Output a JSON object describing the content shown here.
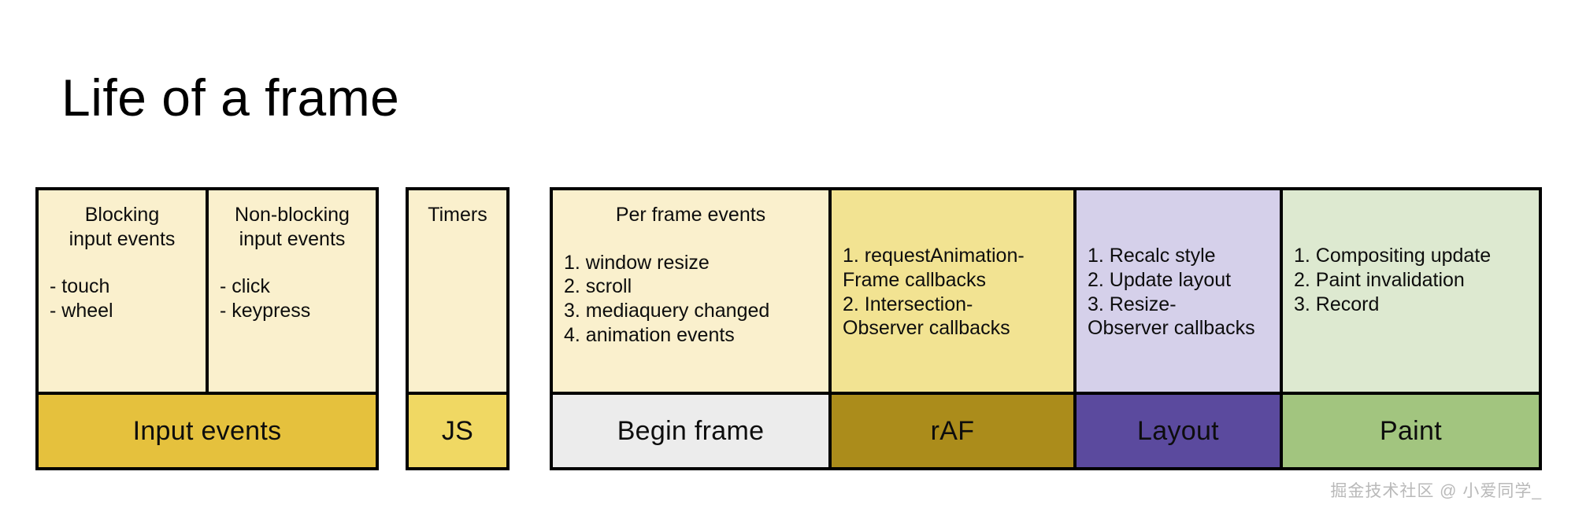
{
  "page": {
    "title": "Life of a frame",
    "watermark": "掘金技术社区 @ 小爱同学_",
    "background": "#ffffff",
    "border_color": "#000000",
    "text_color": "#0d0d0d"
  },
  "diagram": {
    "type": "timeline-phases",
    "groups": [
      {
        "id": "input-events",
        "bars": [
          {
            "label": "Input events",
            "color": "#e5c13d"
          }
        ],
        "panels": [
          {
            "id": "blocking-input-events",
            "heading": "Blocking\ninput events",
            "color": "#faf0cd",
            "items": [
              "- touch",
              "- wheel"
            ]
          },
          {
            "id": "non-blocking-input-events",
            "heading": "Non-blocking\ninput events",
            "color": "#faf0cd",
            "items": [
              "- click",
              "- keypress"
            ]
          }
        ]
      },
      {
        "id": "js",
        "bars": [
          {
            "label": "JS",
            "color": "#f0d863"
          }
        ],
        "panels": [
          {
            "id": "timers",
            "heading": "Timers",
            "color": "#faf0cd",
            "items": []
          }
        ]
      },
      {
        "id": "frame",
        "bars": [
          {
            "label": "Begin frame",
            "color": "#ececec"
          },
          {
            "label": "rAF",
            "color": "#ab8c1b"
          },
          {
            "label": "Layout",
            "color": "#5b4a9e"
          },
          {
            "label": "Paint",
            "color": "#a2c57f"
          }
        ],
        "panels": [
          {
            "id": "begin-frame",
            "heading": "Per frame events",
            "color": "#faf0cd",
            "items": [
              "1. window resize",
              "2. scroll",
              "3. mediaquery changed",
              "4. animation events"
            ]
          },
          {
            "id": "raf",
            "heading": "",
            "color": "#f2e392",
            "items": [
              "1. requestAnimation-\nFrame callbacks",
              "2. Intersection-\nObserver callbacks"
            ]
          },
          {
            "id": "layout",
            "heading": "",
            "color": "#d5d0ea",
            "items": [
              "1. Recalc style",
              "2. Update layout",
              "3. Resize-\nObserver callbacks"
            ]
          },
          {
            "id": "paint",
            "heading": "",
            "color": "#dde9d0",
            "items": [
              "1. Compositing update",
              "2. Paint invalidation",
              "3. Record"
            ]
          }
        ]
      }
    ]
  }
}
